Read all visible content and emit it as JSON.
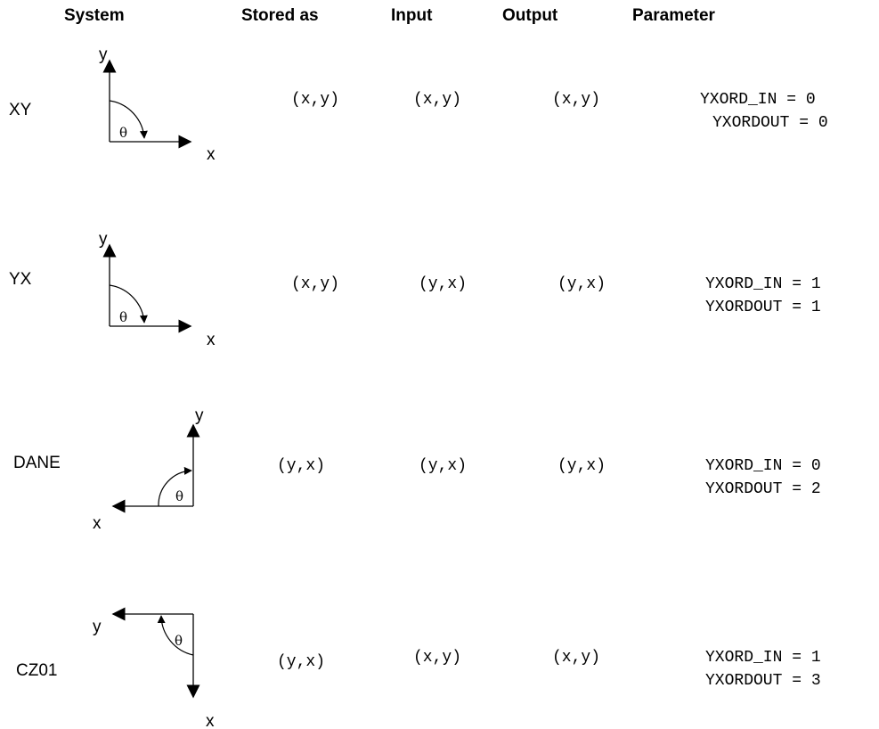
{
  "headers": {
    "system": "System",
    "stored_as": "Stored as",
    "input": "Input",
    "output": "Output",
    "parameter": "Parameter"
  },
  "rows": [
    {
      "system": "XY",
      "stored_as": "(x,y)",
      "input": "(x,y)",
      "output": "(x,y)",
      "param_in": "YXORD_IN = 0",
      "param_out": "YXORDOUT = 0"
    },
    {
      "system": "YX",
      "stored_as": "(x,y)",
      "input": "(y,x)",
      "output": "(y,x)",
      "param_in": "YXORD_IN = 1",
      "param_out": "YXORDOUT = 1"
    },
    {
      "system": "DANE",
      "stored_as": "(y,x)",
      "input": "(y,x)",
      "output": "(y,x)",
      "param_in": "YXORD_IN = 0",
      "param_out": "YXORDOUT = 2"
    },
    {
      "system": "CZ01",
      "stored_as": "(y,x)",
      "input": "(x,y)",
      "output": "(x,y)",
      "param_in": "YXORD_IN = 1",
      "param_out": "YXORDOUT = 3"
    }
  ],
  "axis_labels": {
    "x": "x",
    "y": "y",
    "angle": "θ"
  }
}
